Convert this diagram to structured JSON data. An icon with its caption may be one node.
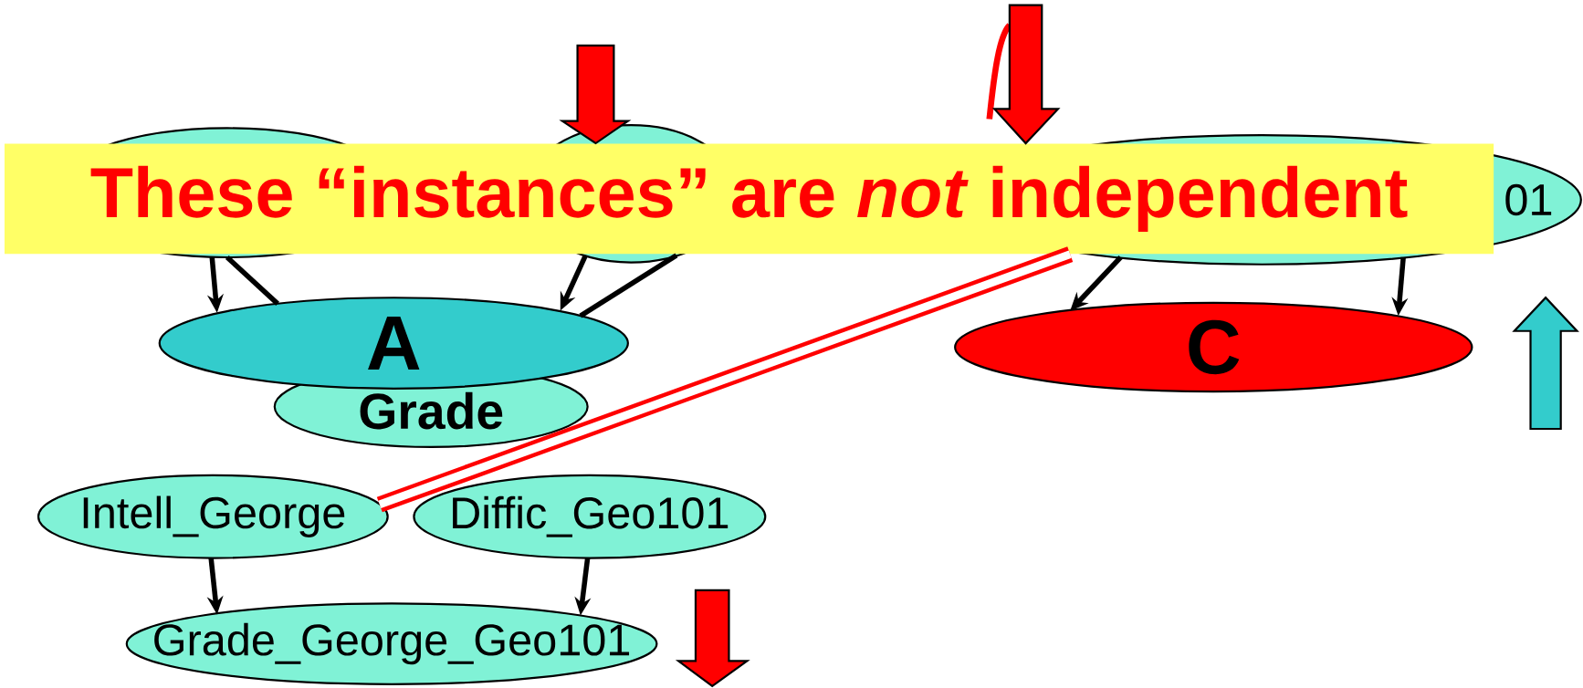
{
  "diagram": {
    "nodes": [
      {
        "text": [],
        "shape": "ellipse"
      },
      {
        "text": [],
        "shape": "ellipse"
      },
      {
        "text": [
          "01"
        ]
      },
      {
        "text": [
          "These “instances” are *not* independent"
        ]
      },
      {
        "text": [
          "A"
        ]
      },
      {
        "text": [
          "C"
        ]
      },
      {
        "text": [
          "Grade"
        ]
      },
      {
        "text": [
          "Intell_George"
        ]
      },
      {
        "text": [
          "Diffic_Geo101"
        ]
      },
      {
        "text": [
          "Grade_George_Geo101"
        ]
      }
    ],
    "edges": [
      {
        "from": 0,
        "to": 4,
        "arrow": "to"
      },
      {
        "from": 0,
        "to": 4,
        "arrow": "none"
      },
      {
        "from": 1,
        "to": 4,
        "arrow": "to"
      },
      {
        "from": 1,
        "to": 4,
        "arrow": "none"
      },
      {
        "from": 2,
        "to": 5,
        "arrow": "to"
      },
      {
        "from": 2,
        "to": 5,
        "arrow": "to"
      },
      {
        "from": 7,
        "to": 9,
        "arrow": "to"
      },
      {
        "from": 8,
        "to": 9,
        "arrow": "to"
      },
      {
        "from": 7,
        "to": 3,
        "arrow": "none",
        "style": "thick",
        "color": "#ff0000"
      }
    ]
  }
}
